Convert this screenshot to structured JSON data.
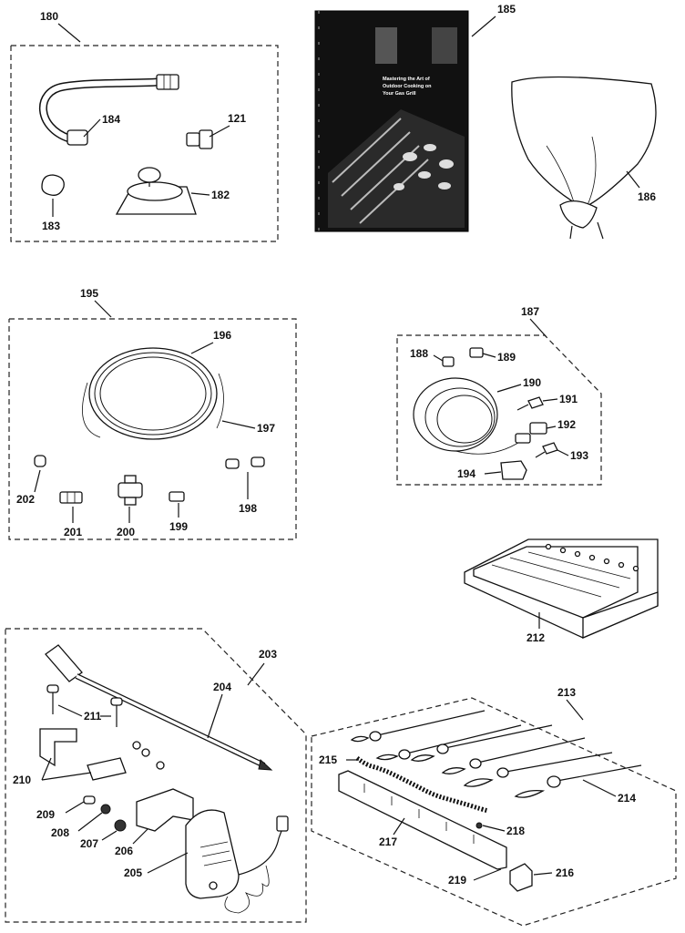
{
  "book": {
    "title_lines": [
      "Mastering the Art of",
      "Outdoor Cooking on",
      "Your Gas Grill"
    ]
  },
  "labels": {
    "l180": "180",
    "l184": "184",
    "l121": "121",
    "l183": "183",
    "l182": "182",
    "l185": "185",
    "l186": "186",
    "l195": "195",
    "l196": "196",
    "l197": "197",
    "l198": "198",
    "l199": "199",
    "l200": "200",
    "l201": "201",
    "l202": "202",
    "l187": "187",
    "l188": "188",
    "l189": "189",
    "l190": "190",
    "l191": "191",
    "l192": "192",
    "l193": "193",
    "l194": "194",
    "l212": "212",
    "l203": "203",
    "l204": "204",
    "l205": "205",
    "l206": "206",
    "l207": "207",
    "l208": "208",
    "l209": "209",
    "l210": "210",
    "l211": "211",
    "l213": "213",
    "l214": "214",
    "l215": "215",
    "l216": "216",
    "l217": "217",
    "l218": "218",
    "l219": "219"
  }
}
